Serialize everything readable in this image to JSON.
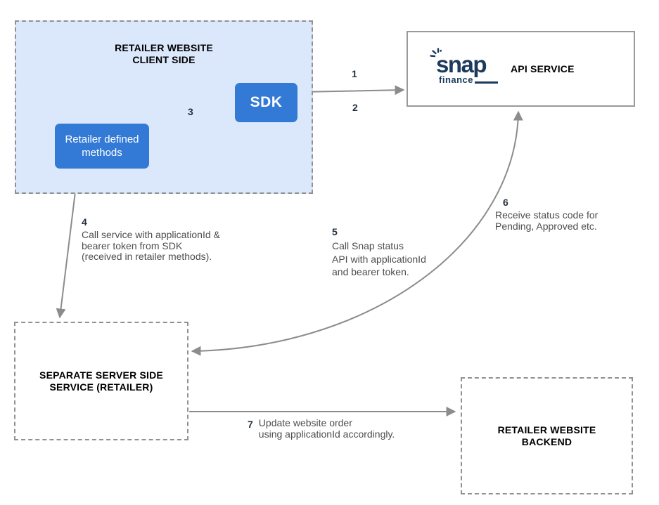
{
  "nodes": {
    "client": {
      "title": "RETAILER WEBSITE\nCLIENT SIDE"
    },
    "sdk": {
      "label": "SDK"
    },
    "methods": {
      "label": "Retailer defined methods"
    },
    "api": {
      "label": "API SERVICE",
      "logo_word": "snap",
      "logo_sub": "finance"
    },
    "server": {
      "title": "SEPARATE SERVER SIDE\nSERVICE (RETAILER)"
    },
    "backend": {
      "title": "RETAILER WEBSITE\nBACKEND"
    }
  },
  "steps": {
    "s1": {
      "num": "1"
    },
    "s2": {
      "num": "2"
    },
    "s3": {
      "num": "3"
    },
    "s4": {
      "num": "4",
      "text": "Call service with applicationId &\nbearer token from SDK\n(received in retailer methods)."
    },
    "s5": {
      "num": "5",
      "text": "Call Snap status\nAPI with applicationId\nand bearer token."
    },
    "s6": {
      "num": "6",
      "text": "Receive status code for\nPending, Approved etc."
    },
    "s7": {
      "num": "7",
      "text": "Update website order\nusing applicationId accordingly."
    }
  },
  "colors": {
    "node_blue": "#337ad6",
    "client_fill": "#dbe8fb",
    "arrow_gray": "#8c8c8c",
    "border_gray": "#919191",
    "logo_navy": "#1b3a5c"
  }
}
